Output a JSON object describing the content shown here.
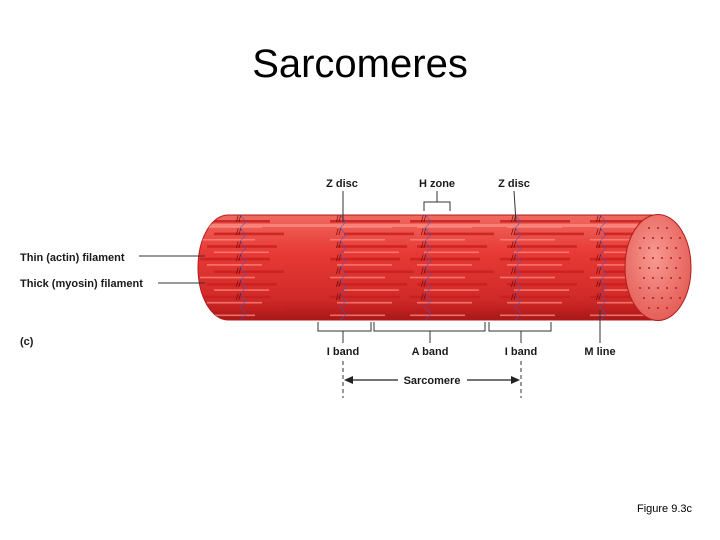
{
  "slide": {
    "title": "Sarcomeres",
    "caption": "Figure 9.3c"
  },
  "diagram": {
    "panel_letter": "(c)",
    "labels": {
      "z_disc_left": "Z disc",
      "h_zone": "H zone",
      "z_disc_right": "Z disc",
      "thin_filament": "Thin (actin) filament",
      "thick_filament": "Thick (myosin) filament",
      "i_band_left": "I band",
      "a_band": "A band",
      "i_band_right": "I band",
      "m_line": "M line",
      "sarcomere": "Sarcomere"
    },
    "colors": {
      "muscle_fill": "#e83a36",
      "muscle_shadow": "#b71d1c",
      "end_cap": "#f0706a",
      "myofilament": "#c9201f",
      "highlight": "#ff8a80",
      "z_disc_line": "#4455cc",
      "leader_line": "#333333"
    }
  }
}
